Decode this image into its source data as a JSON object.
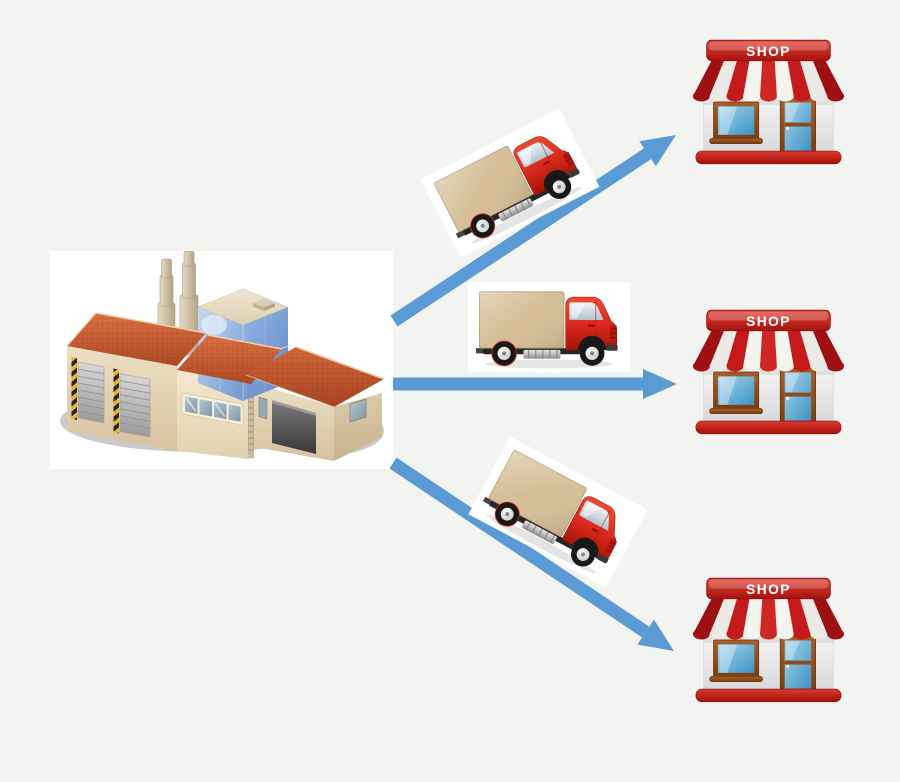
{
  "diagram": {
    "description": "Factory shipping goods by delivery trucks to three shops",
    "background_color": "#f3f3f2",
    "arrow_color": "#5b9bd5",
    "backdrop_color": "#ffffff",
    "factory": {
      "wall_color": "#e7d8bb",
      "roof_color": "#c95b35",
      "glass_tower_color": "#6d9bd6",
      "chimney_color": "#cfc0a6",
      "ground_shadow_color": "#cacaca"
    },
    "trucks": [
      {
        "direction": "up-right",
        "cab_color": "#d8281c",
        "cargo_color": "#d5be97"
      },
      {
        "direction": "right",
        "cab_color": "#d8281c",
        "cargo_color": "#d5be97"
      },
      {
        "direction": "down-right",
        "cab_color": "#d8281c",
        "cargo_color": "#d5be97"
      }
    ],
    "arrows": [
      {
        "direction": "up-right"
      },
      {
        "direction": "right"
      },
      {
        "direction": "down-right"
      }
    ],
    "shops": [
      {
        "sign_label": "SHOP"
      },
      {
        "sign_label": "SHOP"
      },
      {
        "sign_label": "SHOP"
      }
    ],
    "shop_colors": {
      "sign_red": "#c41a1c",
      "awning_red": "#c41a1c",
      "awning_dark_red": "#9e1013",
      "awning_white": "#f3f1ec",
      "body_gray": "#ededed",
      "frame_brown": "#8a4a1e",
      "glass_blue": "#58a8d5",
      "base_red": "#c0281f",
      "sign_text_color": "#ffffff"
    }
  }
}
